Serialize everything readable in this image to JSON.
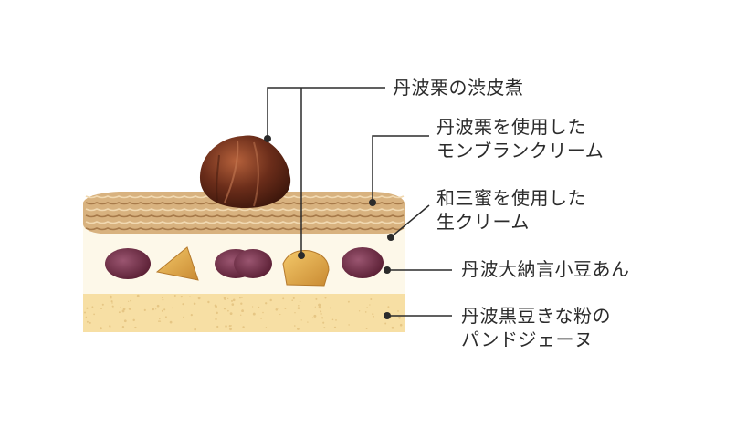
{
  "labels": {
    "chestnut_kanroni": {
      "lines": [
        "丹波栗の渋皮煮"
      ]
    },
    "montblanc_cream": {
      "lines": [
        "丹波栗を使用した",
        "モンブランクリーム"
      ]
    },
    "wasanbon_cream": {
      "lines": [
        "和三蜜を使用した",
        "生クリーム"
      ]
    },
    "azuki": {
      "lines": [
        "丹波大納言小豆あん"
      ]
    },
    "genoise": {
      "lines": [
        "丹波黒豆きな粉の",
        "パンドジェーヌ"
      ]
    }
  },
  "colors": {
    "sponge": "#f7dfa4",
    "cream": "#fdf8e9",
    "montblanc": "#d8b27f",
    "montblanc_dark": "#a77a4a",
    "chestnut": "#6b2d1a",
    "chestnut_light": "#a4583a",
    "azuki": "#6d2a3f",
    "azuki_light": "#8f4a63",
    "chestnut_piece": "#e8b24f",
    "line": "#2b2b2b"
  }
}
